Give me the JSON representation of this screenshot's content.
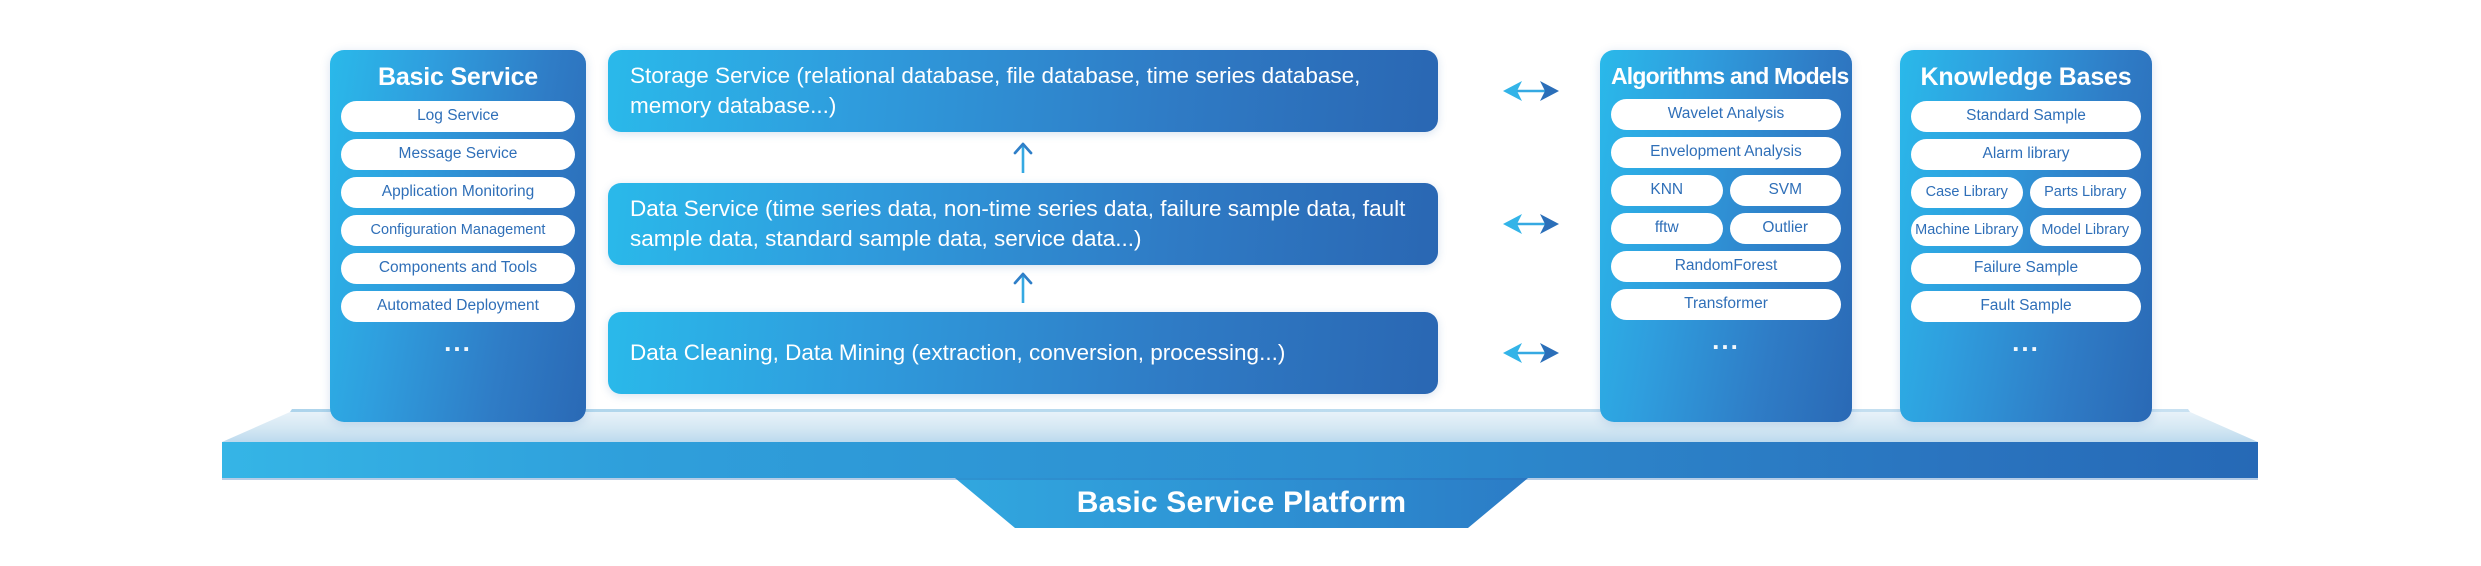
{
  "diagram": {
    "title": "Basic Service Platform",
    "colors": {
      "cyan": "#2ab9ea",
      "blue": "#2a69b5",
      "pill_text": "#2f6fb8",
      "platform_top": "#dbe9f4",
      "platform_band": "#2f8fd4",
      "arrow_cyan": "#33b4e8",
      "arrow_blue": "#2b6fb9",
      "background": "#ffffff"
    }
  },
  "columns": {
    "basic_service": {
      "title": "Basic Service",
      "items": [
        "Log Service",
        "Message Service",
        "Application Monitoring",
        "Configuration Management",
        "Components and Tools",
        "Automated Deployment"
      ],
      "more": "..."
    },
    "algorithms": {
      "title": "Algorithms and Models",
      "items": [
        "Wavelet Analysis",
        "Envelopment Analysis"
      ],
      "pair_rows": [
        [
          "KNN",
          "SVM"
        ],
        [
          "fftw",
          "Outlier"
        ]
      ],
      "items_tail": [
        "RandomForest",
        "Transformer"
      ],
      "more": "..."
    },
    "knowledge": {
      "title": "Knowledge Bases",
      "items": [
        "Standard Sample",
        "Alarm library"
      ],
      "pair_rows": [
        [
          "Case Library",
          "Parts Library"
        ],
        [
          "Machine Library",
          "Model Library"
        ]
      ],
      "items_tail": [
        "Failure Sample",
        "Fault Sample"
      ],
      "more": "..."
    }
  },
  "bars": [
    {
      "text": "Storage Service (relational database, file database, time series database, memory database...)"
    },
    {
      "text": "Data Service (time series data, non-time series data, failure sample data, fault sample data, standard sample data, service data...)"
    },
    {
      "text": "Data Cleaning, Data Mining (extraction, conversion, processing...)"
    }
  ],
  "icons": {
    "double_arrow": "double-headed-horizontal-arrow",
    "up_arrow": "up-arrow"
  }
}
